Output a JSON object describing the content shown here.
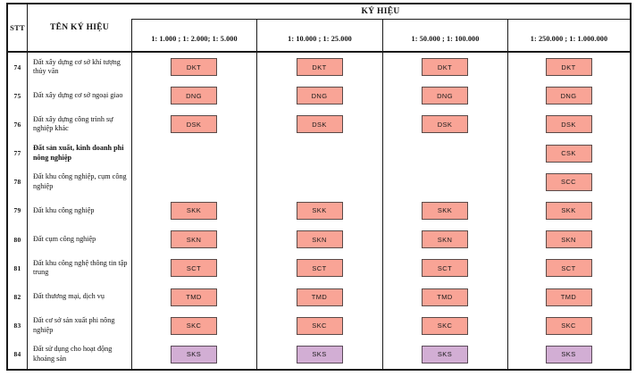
{
  "table": {
    "header": {
      "stt_label": "STT",
      "name_label": "TÊN KÝ HIỆU",
      "group_label": "KÝ HIỆU",
      "scale_columns": [
        "1: 1.000 ; 1: 2.000; 1: 5.000",
        "1: 10.000 ; 1: 25.000",
        "1: 50.000 ; 1: 100.000",
        "1: 250.000 ; 1: 1.000.000"
      ]
    },
    "rows": [
      {
        "stt": "74",
        "name": "Đất xây dựng cơ sở khí tượng thủy văn",
        "bold": false,
        "symbols": [
          {
            "code": "DKT",
            "color": "pink"
          },
          {
            "code": "DKT",
            "color": "pink"
          },
          {
            "code": "DKT",
            "color": "pink"
          },
          {
            "code": "DKT",
            "color": "pink"
          }
        ]
      },
      {
        "stt": "75",
        "name": "Đất xây dựng cơ sở ngoại giao",
        "bold": false,
        "symbols": [
          {
            "code": "DNG",
            "color": "pink"
          },
          {
            "code": "DNG",
            "color": "pink"
          },
          {
            "code": "DNG",
            "color": "pink"
          },
          {
            "code": "DNG",
            "color": "pink"
          }
        ]
      },
      {
        "stt": "76",
        "name": "Đất xây dựng công trình sự nghiệp khác",
        "bold": false,
        "symbols": [
          {
            "code": "DSK",
            "color": "pink"
          },
          {
            "code": "DSK",
            "color": "pink"
          },
          {
            "code": "DSK",
            "color": "pink"
          },
          {
            "code": "DSK",
            "color": "pink"
          }
        ]
      },
      {
        "stt": "77",
        "name": "Đất sản xuất, kinh doanh phi nông nghiệp",
        "bold": true,
        "symbols": [
          {
            "code": "",
            "color": "empty"
          },
          {
            "code": "",
            "color": "empty"
          },
          {
            "code": "",
            "color": "empty"
          },
          {
            "code": "CSK",
            "color": "pink"
          }
        ]
      },
      {
        "stt": "78",
        "name": "Đất khu công nghiệp, cụm công nghiệp",
        "bold": false,
        "symbols": [
          {
            "code": "",
            "color": "empty"
          },
          {
            "code": "",
            "color": "empty"
          },
          {
            "code": "",
            "color": "empty"
          },
          {
            "code": "SCC",
            "color": "pink"
          }
        ]
      },
      {
        "stt": "79",
        "name": "Đất khu công nghiệp",
        "bold": false,
        "symbols": [
          {
            "code": "SKK",
            "color": "pink"
          },
          {
            "code": "SKK",
            "color": "pink"
          },
          {
            "code": "SKK",
            "color": "pink"
          },
          {
            "code": "SKK",
            "color": "pink"
          }
        ]
      },
      {
        "stt": "80",
        "name": "Đất cụm công nghiệp",
        "bold": false,
        "symbols": [
          {
            "code": "SKN",
            "color": "pink"
          },
          {
            "code": "SKN",
            "color": "pink"
          },
          {
            "code": "SKN",
            "color": "pink"
          },
          {
            "code": "SKN",
            "color": "pink"
          }
        ]
      },
      {
        "stt": "81",
        "name": "Đất khu công nghệ thông tin tập trung",
        "bold": false,
        "symbols": [
          {
            "code": "SCT",
            "color": "pink"
          },
          {
            "code": "SCT",
            "color": "pink"
          },
          {
            "code": "SCT",
            "color": "pink"
          },
          {
            "code": "SCT",
            "color": "pink"
          }
        ]
      },
      {
        "stt": "82",
        "name": "Đất thương mại, dịch vụ",
        "bold": false,
        "symbols": [
          {
            "code": "TMD",
            "color": "pink"
          },
          {
            "code": "TMD",
            "color": "pink"
          },
          {
            "code": "TMD",
            "color": "pink"
          },
          {
            "code": "TMD",
            "color": "pink"
          }
        ]
      },
      {
        "stt": "83",
        "name": "Đất cơ sở sản xuất phi nông nghiệp",
        "bold": false,
        "symbols": [
          {
            "code": "SKC",
            "color": "pink"
          },
          {
            "code": "SKC",
            "color": "pink"
          },
          {
            "code": "SKC",
            "color": "pink"
          },
          {
            "code": "SKC",
            "color": "pink"
          }
        ]
      },
      {
        "stt": "84",
        "name": "Đất sử dụng cho hoạt động khoáng sản",
        "bold": false,
        "symbols": [
          {
            "code": "SKS",
            "color": "purple"
          },
          {
            "code": "SKS",
            "color": "purple"
          },
          {
            "code": "SKS",
            "color": "purple"
          },
          {
            "code": "SKS",
            "color": "purple"
          }
        ]
      }
    ],
    "colors": {
      "badge_pink": "#F9A496",
      "badge_purple": "#D2AED4",
      "badge_border": "#5a4a48",
      "table_border": "#1a1a1a",
      "background": "#ffffff"
    }
  }
}
